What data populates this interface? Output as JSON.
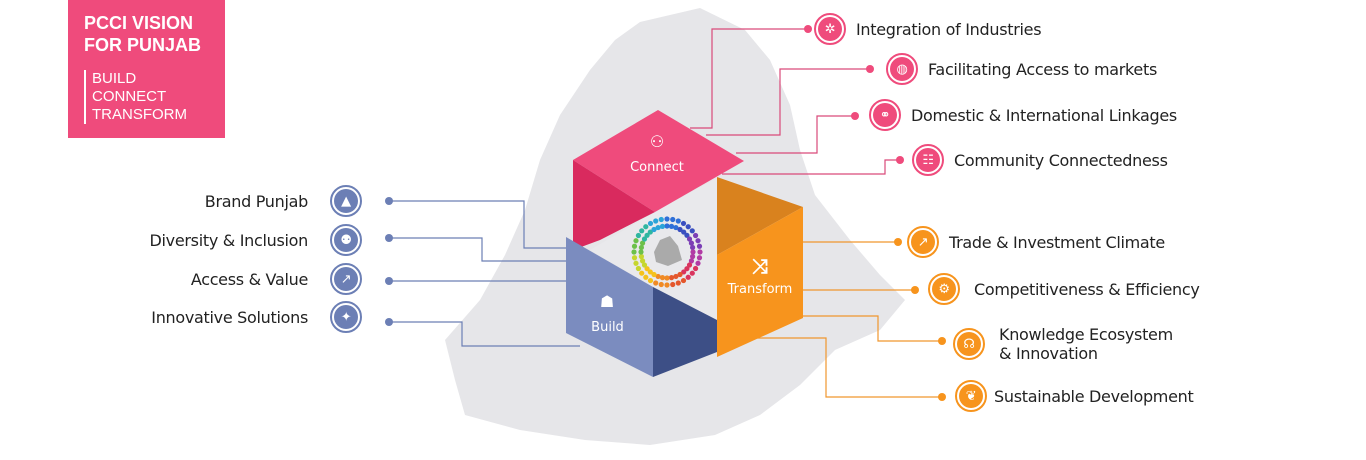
{
  "title": {
    "line1": "PCCI VISION",
    "line2": "FOR PUNJAB",
    "pillars": [
      "BUILD",
      "CONNECT",
      "TRANSFORM"
    ]
  },
  "colors": {
    "connect": "#ef4b7c",
    "transform": "#f7941d",
    "build": "#6c7fb5",
    "map": "#e6e6e9"
  },
  "hexagon": {
    "connect": "Connect",
    "transform": "Transform",
    "build": "Build"
  },
  "build_items": [
    {
      "label": "Brand Punjab",
      "icon": "punjab-map-icon"
    },
    {
      "label": "Diversity & Inclusion",
      "icon": "people-icon"
    },
    {
      "label": "Access & Value",
      "icon": "chart-icon"
    },
    {
      "label": "Innovative Solutions",
      "icon": "idea-icon"
    }
  ],
  "connect_items": [
    {
      "label": "Integration of Industries",
      "icon": "network-icon"
    },
    {
      "label": "Facilitating Access to markets",
      "icon": "globe-icon"
    },
    {
      "label": "Domestic & International Linkages",
      "icon": "link-icon"
    },
    {
      "label": "Community Connectedness",
      "icon": "community-icon"
    }
  ],
  "transform_items": [
    {
      "label": "Trade & Investment Climate",
      "icon": "growth-chart-icon"
    },
    {
      "label": "Competitiveness & Efficiency",
      "icon": "gear-icon"
    },
    {
      "label": "Knowledge Ecosystem & Innovation",
      "icon": "brain-icon"
    },
    {
      "label": "Sustainable Development",
      "icon": "leaf-icon"
    }
  ]
}
